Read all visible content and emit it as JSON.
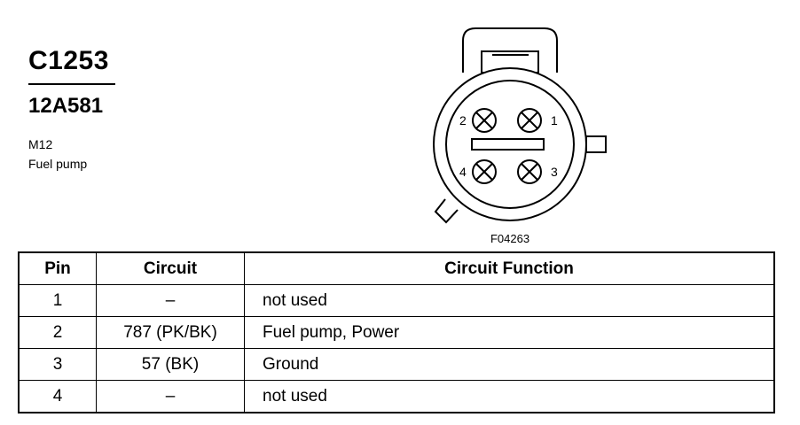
{
  "connector": {
    "id": "C1253",
    "part_number": "12A581",
    "location": "M12",
    "component": "Fuel pump"
  },
  "diagram": {
    "figure_code": "F04263",
    "pin_labels": [
      "1",
      "2",
      "3",
      "4"
    ]
  },
  "table": {
    "headers": {
      "pin": "Pin",
      "circuit": "Circuit",
      "function": "Circuit Function"
    },
    "rows": [
      {
        "pin": "1",
        "circuit": "–",
        "function": "not used"
      },
      {
        "pin": "2",
        "circuit": "787 (PK/BK)",
        "function": "Fuel pump, Power"
      },
      {
        "pin": "3",
        "circuit": "57 (BK)",
        "function": "Ground"
      },
      {
        "pin": "4",
        "circuit": "–",
        "function": "not used"
      }
    ]
  }
}
